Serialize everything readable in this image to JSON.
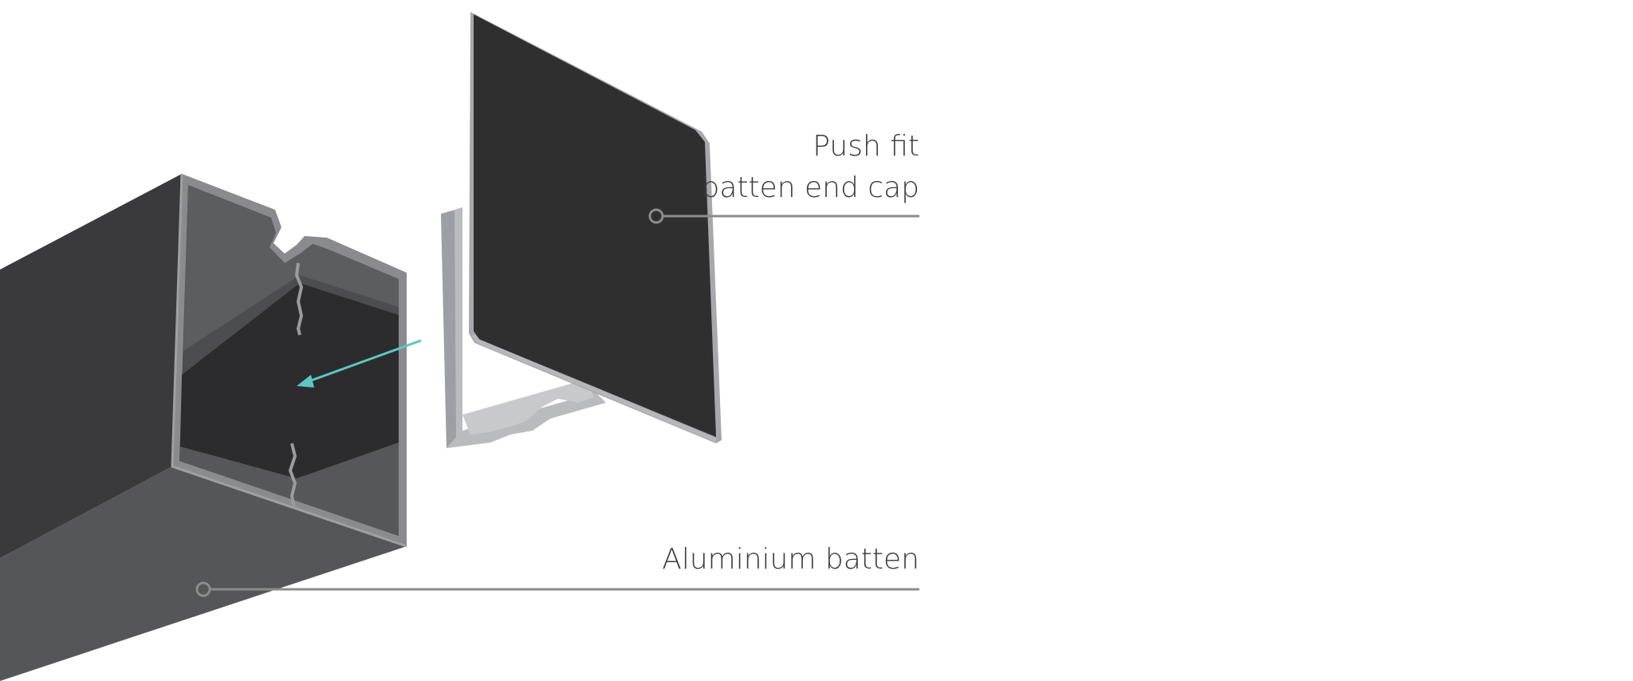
{
  "labels": {
    "end_cap_line1": "Push fit",
    "end_cap_line2": "batten end cap",
    "batten": "Aluminium batten"
  },
  "colors": {
    "batten_top": "#3a3a3c",
    "batten_front": "#55565a",
    "batten_edge": "#8a8b8e",
    "batten_inner": "#4c4d50",
    "end_cap_face": "#2f2f30",
    "end_cap_edge": "#a6a8ab",
    "end_cap_clip": "#b9bcbf",
    "arrow": "#5bc8c4",
    "leader_line": "#8c8c8c",
    "label_text": "#3a3a3a"
  }
}
